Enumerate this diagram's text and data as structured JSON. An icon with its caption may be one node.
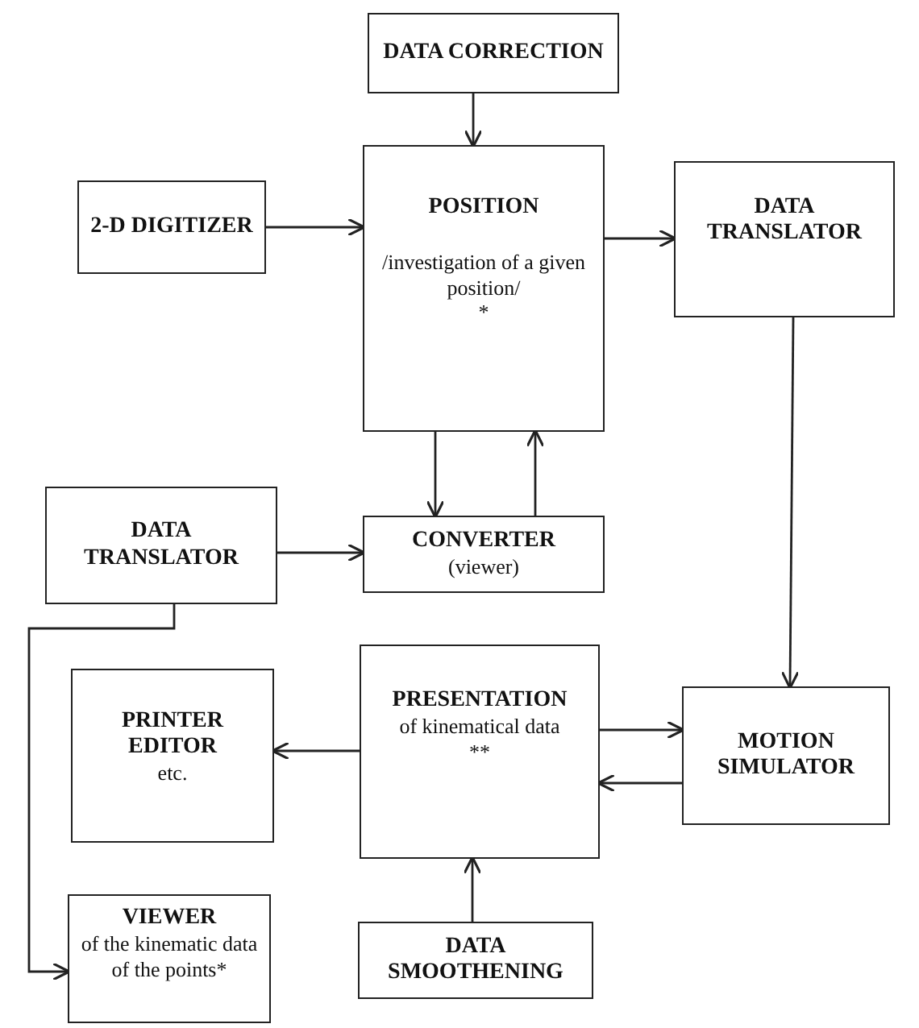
{
  "diagram": {
    "nodes": [
      {
        "text": [
          "DATA CORRECTION"
        ]
      },
      {
        "text": [
          "2-D DIGITIZER"
        ]
      },
      {
        "text": [
          "POSITION",
          "/investigation of a given position/",
          "*"
        ]
      },
      {
        "text": [
          "DATA TRANSLATOR"
        ]
      },
      {
        "text": [
          "DATA TRANSLATOR"
        ]
      },
      {
        "text": [
          "CONVERTER",
          "(viewer)"
        ]
      },
      {
        "text": [
          "PRINTER EDITOR",
          "etc."
        ]
      },
      {
        "text": [
          "PRESENTATION",
          "of kinematical data",
          "**"
        ]
      },
      {
        "text": [
          "MOTION SIMULATOR"
        ]
      },
      {
        "text": [
          "VIEWER",
          "of the kinematic data of the points*"
        ]
      },
      {
        "text": [
          "DATA SMOOTHENING"
        ]
      }
    ],
    "edges": [
      {
        "from": 0,
        "to": 2,
        "arrow": "to"
      },
      {
        "from": 1,
        "to": 2,
        "arrow": "to"
      },
      {
        "from": 2,
        "to": 3,
        "arrow": "to"
      },
      {
        "from": 2,
        "to": 5,
        "arrow": "to"
      },
      {
        "from": 5,
        "to": 2,
        "arrow": "to"
      },
      {
        "from": 4,
        "to": 5,
        "arrow": "to"
      },
      {
        "from": 3,
        "to": 8,
        "arrow": "to"
      },
      {
        "from": 4,
        "to": 9,
        "arrow": "to"
      },
      {
        "from": 7,
        "to": 6,
        "arrow": "to"
      },
      {
        "from": 7,
        "to": 8,
        "arrow": "to"
      },
      {
        "from": 8,
        "to": 7,
        "arrow": "to"
      },
      {
        "from": 10,
        "to": 7,
        "arrow": "to"
      }
    ]
  }
}
